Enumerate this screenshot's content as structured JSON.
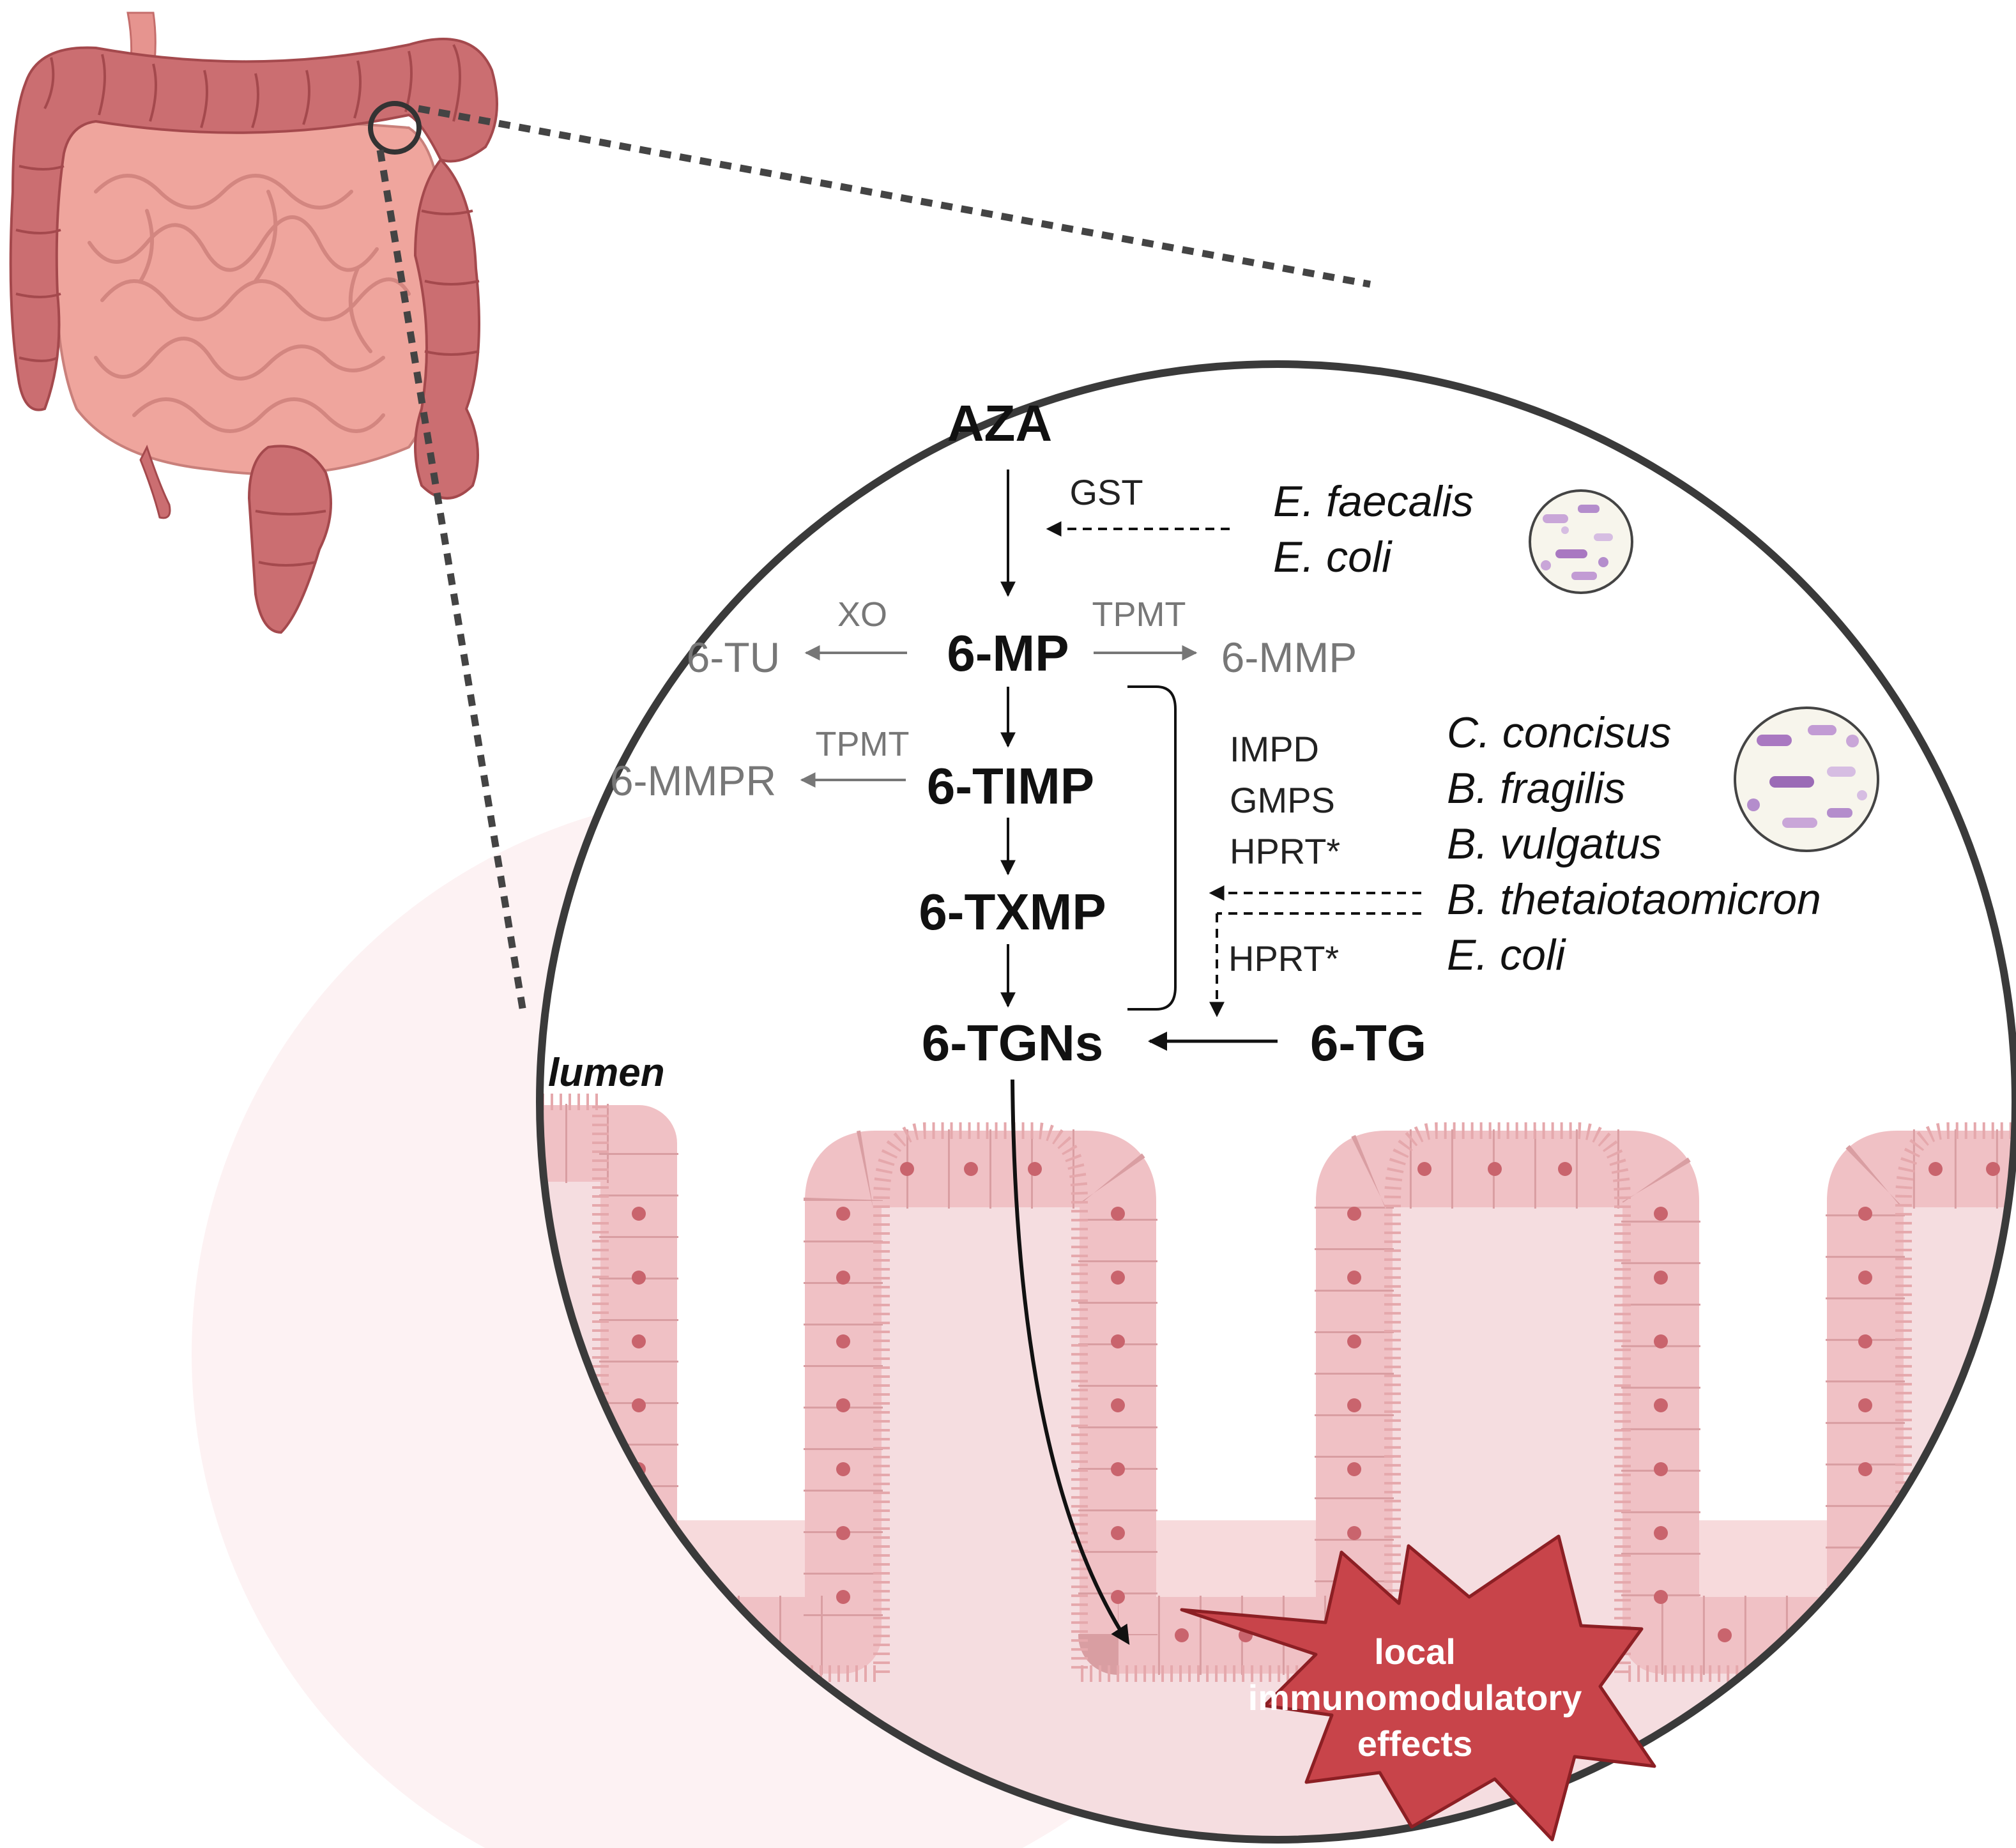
{
  "diagram": {
    "pathway": {
      "aza": "AZA",
      "mp": "6-MP",
      "timp": "6-TIMP",
      "txmp": "6-TXMP",
      "tgns": "6-TGNs",
      "tg": "6-TG",
      "tu": "6-TU",
      "mmp": "6-MMP",
      "mmpr": "6-MMPR"
    },
    "enzymes": {
      "gst": "GST",
      "xo": "XO",
      "tpmt_mp": "TPMT",
      "tpmt_timp": "TPMT",
      "impd": "IMPD",
      "gmps": "GMPS",
      "hprt_group": "HPRT*",
      "hprt_tg": "HPRT*"
    },
    "bacteria_group_1": [
      "E. faecalis",
      "E. coli"
    ],
    "bacteria_group_2": [
      "C. concisus",
      "B. fragilis",
      "B. vulgatus",
      "B. thetaiotaomicron",
      "E. coli"
    ],
    "lumen_label": "lumen",
    "effect_lines": [
      "local",
      "immunomodulatory",
      "effects"
    ],
    "colors": {
      "circle_outline": "#3a3a3a",
      "tissue": "#f1c4c6",
      "tissue_edge": "#d99ea2",
      "nucleus": "#c9646d",
      "burst": "#c8444a",
      "burst_edge": "#8c1f24",
      "intestine": "#e49a92",
      "colon": "#c96e70"
    }
  }
}
